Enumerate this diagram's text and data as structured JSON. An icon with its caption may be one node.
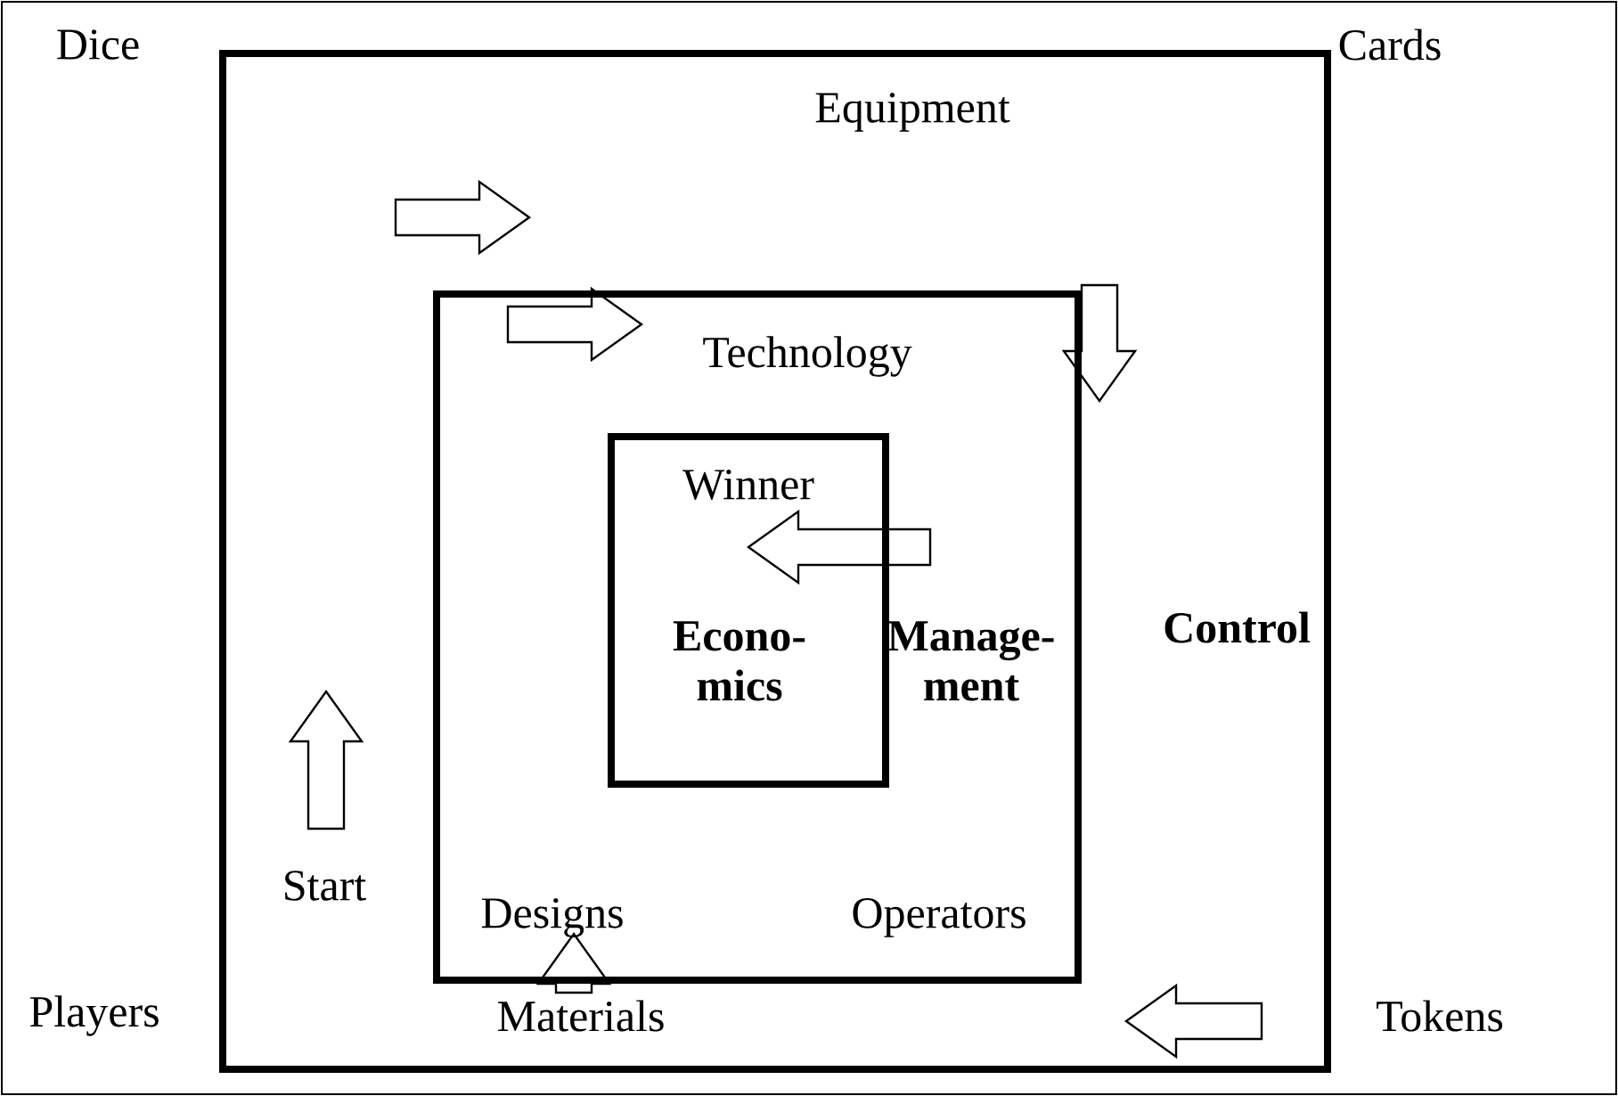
{
  "diagram": {
    "nodes": [
      {
        "text": [
          "Equipment",
          "Control",
          "Start",
          "Materials"
        ]
      },
      {
        "text": [
          "Technology",
          "Manage- ment",
          "Designs",
          "Operators"
        ],
        "in": 0
      },
      {
        "text": [
          "Winner",
          "Econo- mics"
        ],
        "in": 1
      }
    ],
    "labels": [
      "Dice",
      "Cards",
      "Players",
      "Tokens"
    ]
  }
}
